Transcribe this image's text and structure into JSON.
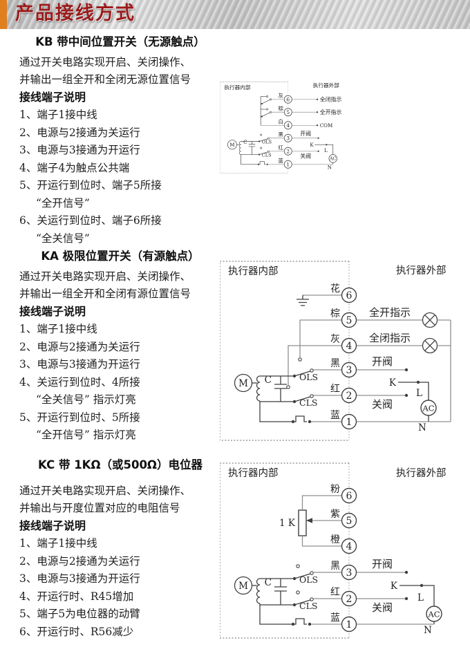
{
  "header": {
    "title": "产品接线方式"
  },
  "sections": [
    {
      "title": "KB 带中间位置开关（无源触点）",
      "desc1": "通过开关电路实现开启、关闭操作、",
      "desc2": "并输出一组全开和全闭无源位置信号",
      "subhead": "接线端子说明",
      "items": [
        "1、端子1接中线",
        "2、电源与2接通为关运行",
        "3、电源与3接通为开运行",
        "4、端子4为触点公共端",
        "5、开运行到位时、端子5所接",
        "“全开信号”",
        "6、关运行到位时、端子6所接",
        "“全关信号”"
      ],
      "diagram": {
        "internal": "执行器内部",
        "external": "执行器外部",
        "t6n": "6",
        "t6wire": "灰",
        "t6ext": "全闭指示",
        "t5n": "5",
        "t5wire": "棕",
        "t5ext": "全开指示",
        "t4n": "4",
        "t4wire": "白",
        "t4ext": "COM",
        "t3n": "3",
        "t3wire": "黑",
        "t3ext": "开阀",
        "t2n": "2",
        "t2wire": "红",
        "t2ext": "关阀",
        "t1n": "1",
        "t1wire": "蓝",
        "motor": "M",
        "cap": "C",
        "ols": "OLS",
        "cls": "CLS",
        "k": "K",
        "l": "L",
        "ac": "AC",
        "n": "N"
      }
    },
    {
      "title": "KA 极限位置开关（有源触点）",
      "desc1": "通过开关电路实现开启、关闭操作、",
      "desc2": "并输出一组全开和全闭有源位置信号",
      "subhead": "接线端子说明",
      "items": [
        "1、端子1接中线",
        "2、电源与2接通为关运行",
        "3、电源与3接通为开运行",
        "4、关运行到位时、4所接",
        "“全关信号” 指示灯亮",
        "5、开运行到位时、5所接",
        "“全开信号” 指示灯亮"
      ],
      "diagram": {
        "internal": "执行器内部",
        "external": "执行器外部",
        "t6n": "6",
        "t6wire": "花",
        "t5n": "5",
        "t5wire": "棕",
        "t5ext": "全开指示",
        "t4n": "4",
        "t4wire": "灰",
        "t4ext": "全闭指示",
        "t3n": "3",
        "t3wire": "黑",
        "t3ext": "开阀",
        "t2n": "2",
        "t2wire": "红",
        "t2ext": "关阀",
        "t1n": "1",
        "t1wire": "蓝",
        "motor": "M",
        "cap": "C",
        "ols": "OLS",
        "cls": "CLS",
        "k": "K",
        "l": "L",
        "ac": "AC",
        "n": "N"
      }
    },
    {
      "title": "KC 带 1KΩ（或500Ω）电位器",
      "desc1": "通过开关电路实现开启、关闭操作、",
      "desc2": "并输出与开度位置对应的电阻信号",
      "subhead": "接线端子说明",
      "items": [
        "1、端子1接中线",
        "2、电源与2接通为关运行",
        "3、电源与3接通为开运行",
        "4、开运行时、R45增加",
        "5、端子5为电位器的动臂",
        "6、开运行时、R56减少"
      ],
      "diagram": {
        "internal": "执行器内部",
        "external": "执行器外部",
        "pot": "1 K",
        "t6n": "6",
        "t6wire": "粉",
        "t5n": "5",
        "t5wire": "紫",
        "t4n": "4",
        "t4wire": "橙",
        "t3n": "3",
        "t3wire": "黑",
        "t3ext": "开阀",
        "t2n": "2",
        "t2wire": "红",
        "t2ext": "关阀",
        "t1n": "1",
        "t1wire": "蓝",
        "motor": "M",
        "cap": "C",
        "ols": "OLS",
        "cls": "CLS",
        "k": "K",
        "l": "L",
        "ac": "AC",
        "n": "N"
      }
    }
  ]
}
